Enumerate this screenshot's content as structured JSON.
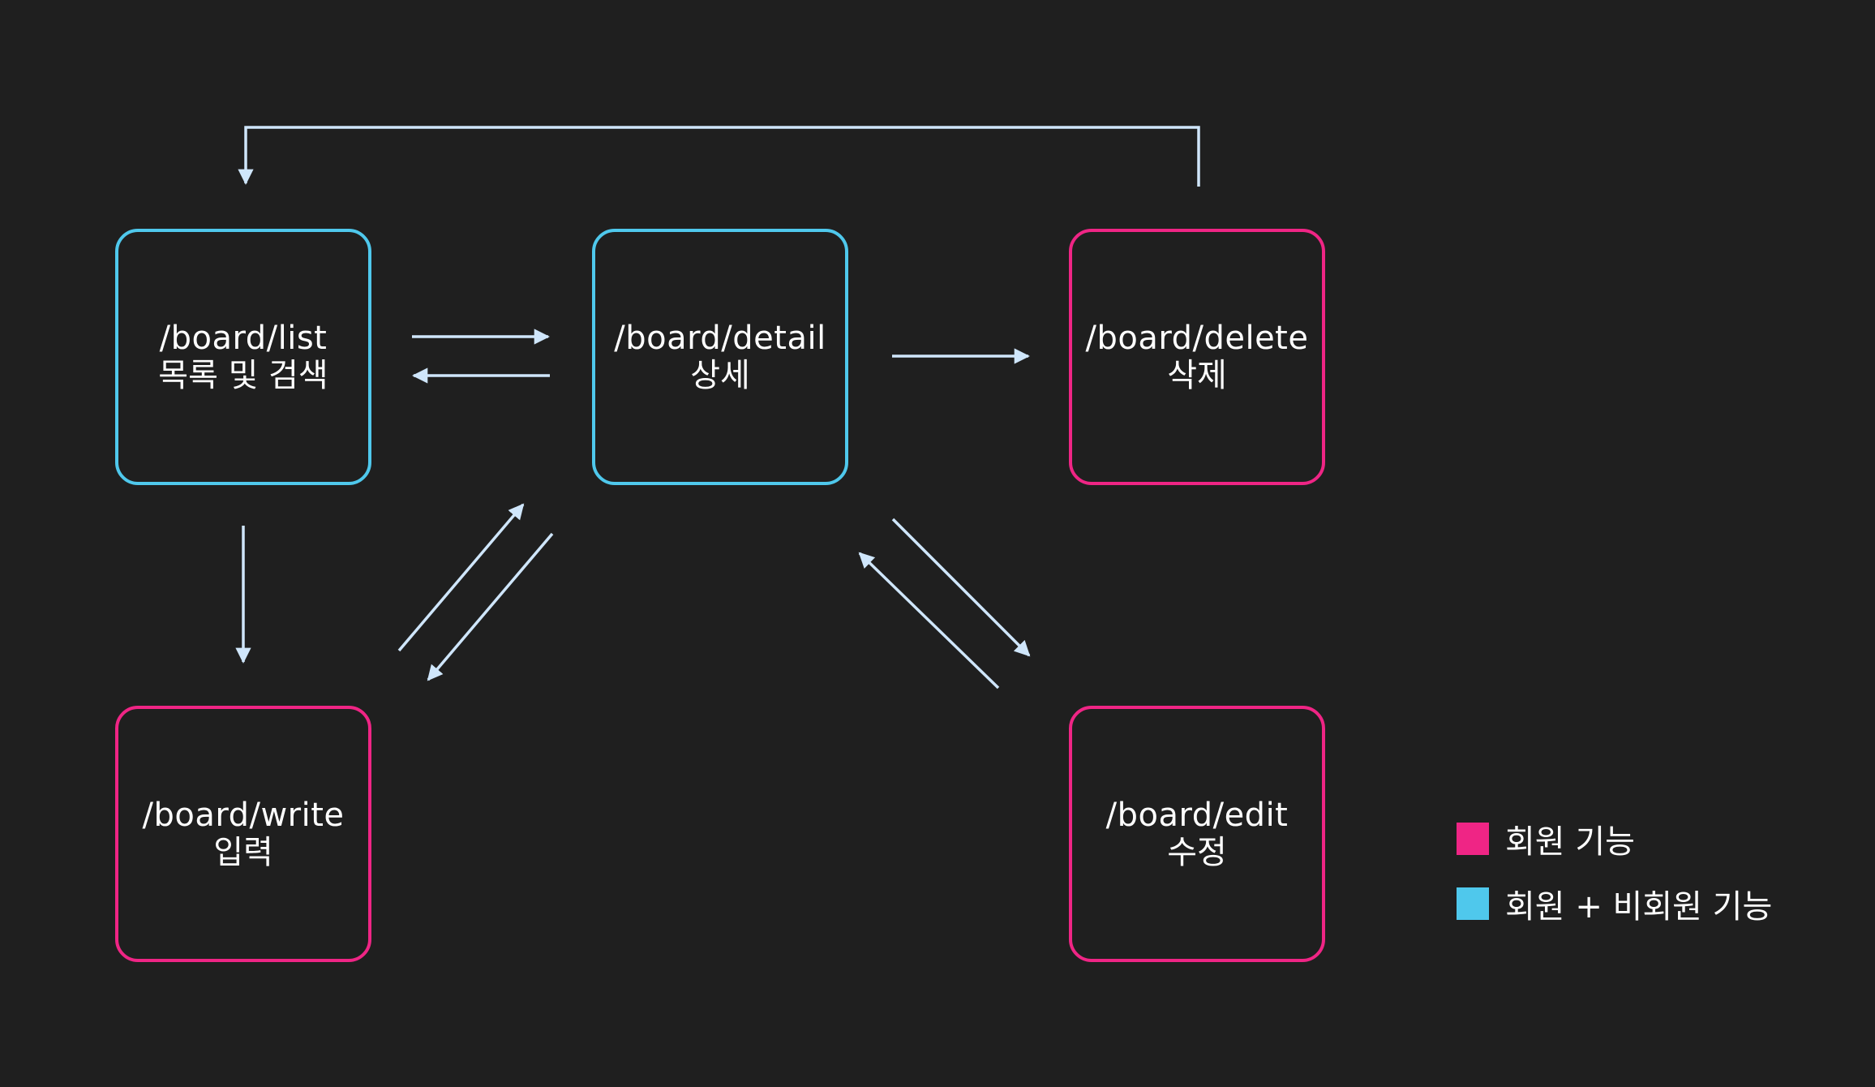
{
  "colors": {
    "background": "#1f1f1f",
    "member": "#ef2585",
    "member_and_guest": "#4fc8ec",
    "arrow": "#cfe6fb"
  },
  "nodes": {
    "list": {
      "path": "/board/list",
      "desc": "목록 및 검색",
      "category": "member_and_guest"
    },
    "detail": {
      "path": "/board/detail",
      "desc": "상세",
      "category": "member_and_guest"
    },
    "delete": {
      "path": "/board/delete",
      "desc": "삭제",
      "category": "member"
    },
    "write": {
      "path": "/board/write",
      "desc": "입력",
      "category": "member"
    },
    "edit": {
      "path": "/board/edit",
      "desc": "수정",
      "category": "member"
    }
  },
  "edges": [
    {
      "from": "list",
      "to": "detail"
    },
    {
      "from": "detail",
      "to": "list"
    },
    {
      "from": "detail",
      "to": "delete"
    },
    {
      "from": "delete",
      "to": "list"
    },
    {
      "from": "list",
      "to": "write"
    },
    {
      "from": "write",
      "to": "detail"
    },
    {
      "from": "detail",
      "to": "write"
    },
    {
      "from": "detail",
      "to": "edit"
    },
    {
      "from": "edit",
      "to": "detail"
    }
  ],
  "legend": {
    "member": "회원 기능",
    "member_and_guest": "회원 + 비회원 기능"
  }
}
